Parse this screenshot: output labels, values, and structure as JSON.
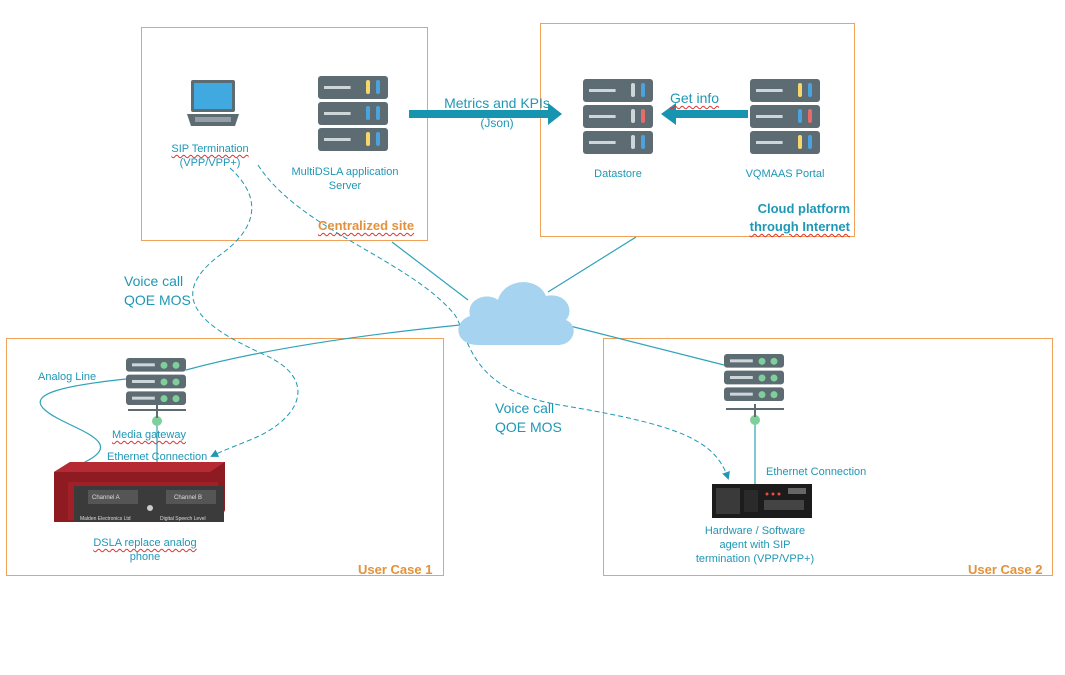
{
  "sites": {
    "centralized": {
      "title": "Centralized site",
      "sip_termination_line1": "SIP Termination",
      "sip_termination_line2": "(VPP/VPP+)",
      "app_server_line1": "MultiDSLA application",
      "app_server_line2": "Server"
    },
    "cloud": {
      "title_line1": "Cloud platform",
      "title_line2": "through Internet",
      "datastore": "Datastore",
      "portal": "VQMAAS Portal"
    },
    "user_case_1": {
      "title": "User Case 1",
      "analog_line": "Analog Line",
      "media_gateway": "Media gateway",
      "ethernet": "Ethernet  Connection",
      "dsla_line1": "DSLA replace analog",
      "dsla_line2": "phone"
    },
    "user_case_2": {
      "title": "User Case 2",
      "ethernet": "Ethernet  Connection",
      "agent_line1": "Hardware / Software",
      "agent_line2": "agent with SIP",
      "agent_line3": "termination (VPP/VPP+)"
    }
  },
  "arrows": {
    "metrics_line1": "Metrics and KPIs",
    "metrics_line2": "(Json)",
    "get_info": "Get info"
  },
  "voice_call_1": {
    "line1": "Voice call",
    "line2": "QOE MOS"
  },
  "voice_call_2": {
    "line1": "Voice call",
    "line2": "QOE MOS"
  },
  "device": {
    "channel_a": "Channel A",
    "channel_b": "Channel B",
    "maker": "Malden Electronics Ltd",
    "brand": "Digital Speech Level"
  },
  "colors": {
    "box_border": "#f0a25a",
    "teal_text": "#1f97b5",
    "server_body": "#5d6b73",
    "arrow": "#1795b0",
    "cloud": "#a6d4f0"
  }
}
